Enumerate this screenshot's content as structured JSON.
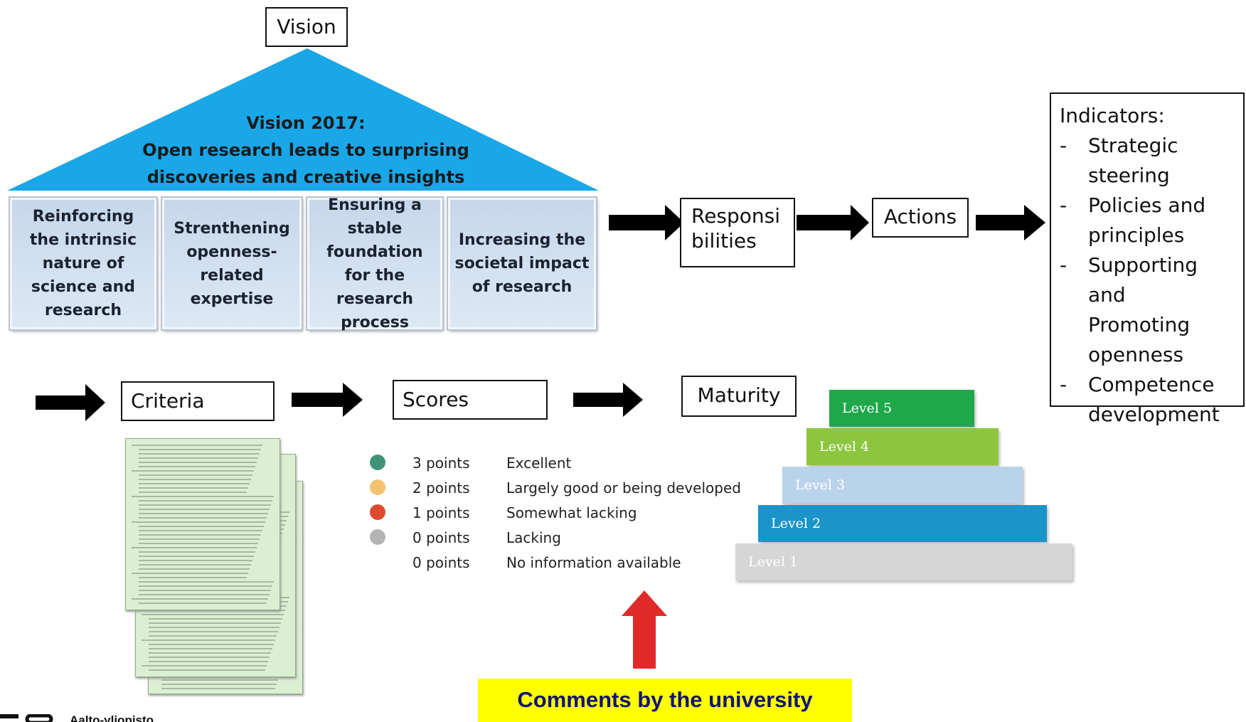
{
  "vision_label": "Vision",
  "roof": {
    "heading": "Vision 2017:",
    "line1": "Open research leads to surprising",
    "line2": "discoveries and creative insights"
  },
  "pillars": [
    "Reinforcing the intrinsic nature of science and research",
    "Strenthening openness-related expertise",
    "Ensuring a stable foundation for the research process",
    "Increasing the societal impact of research"
  ],
  "flow": {
    "responsibilities_line1": "Responsi",
    "responsibilities_line2": "bilities",
    "actions": "Actions"
  },
  "indicators": {
    "title": "Indicators:",
    "items": [
      {
        "dash": "-",
        "line1": "Strategic",
        "line2": "steering"
      },
      {
        "dash": "-",
        "line1": "Policies and",
        "line2": "principles"
      },
      {
        "dash": "-",
        "line1": "Supporting and",
        "line2": "Promoting",
        "line3": "openness"
      },
      {
        "dash": "-",
        "line1": "Competence",
        "line2": "development"
      }
    ]
  },
  "criteria": "Criteria",
  "scores": {
    "label": "Scores",
    "rows": [
      {
        "points": "3 points",
        "text": "Excellent",
        "color": "#3f9478"
      },
      {
        "points": "2 points",
        "text": "Largely good or being developed",
        "color": "#f2c271"
      },
      {
        "points": "1 points",
        "text": "Somewhat lacking",
        "color": "#de4a2f"
      },
      {
        "points": "0 points",
        "text": "Lacking",
        "color": "#b4b4b4"
      },
      {
        "points": "0 points",
        "text": "No information available",
        "color": ""
      }
    ]
  },
  "maturity": {
    "label": "Maturity",
    "levels": [
      {
        "name": "Level 5",
        "color": "#1ea84a"
      },
      {
        "name": "Level 4",
        "color": "#8cc63f"
      },
      {
        "name": "Level 3",
        "color": "#b9d3ea"
      },
      {
        "name": "Level 2",
        "color": "#1b94c9"
      },
      {
        "name": "Level 1",
        "color": "#d6d6d6"
      }
    ]
  },
  "colors": {
    "roof": "#1aa7e8",
    "arrow_up": "#e02a2a",
    "highlight": "#ffff00"
  },
  "comment": "Comments by the university",
  "footer_logo_text": "Aalto-yliopisto"
}
